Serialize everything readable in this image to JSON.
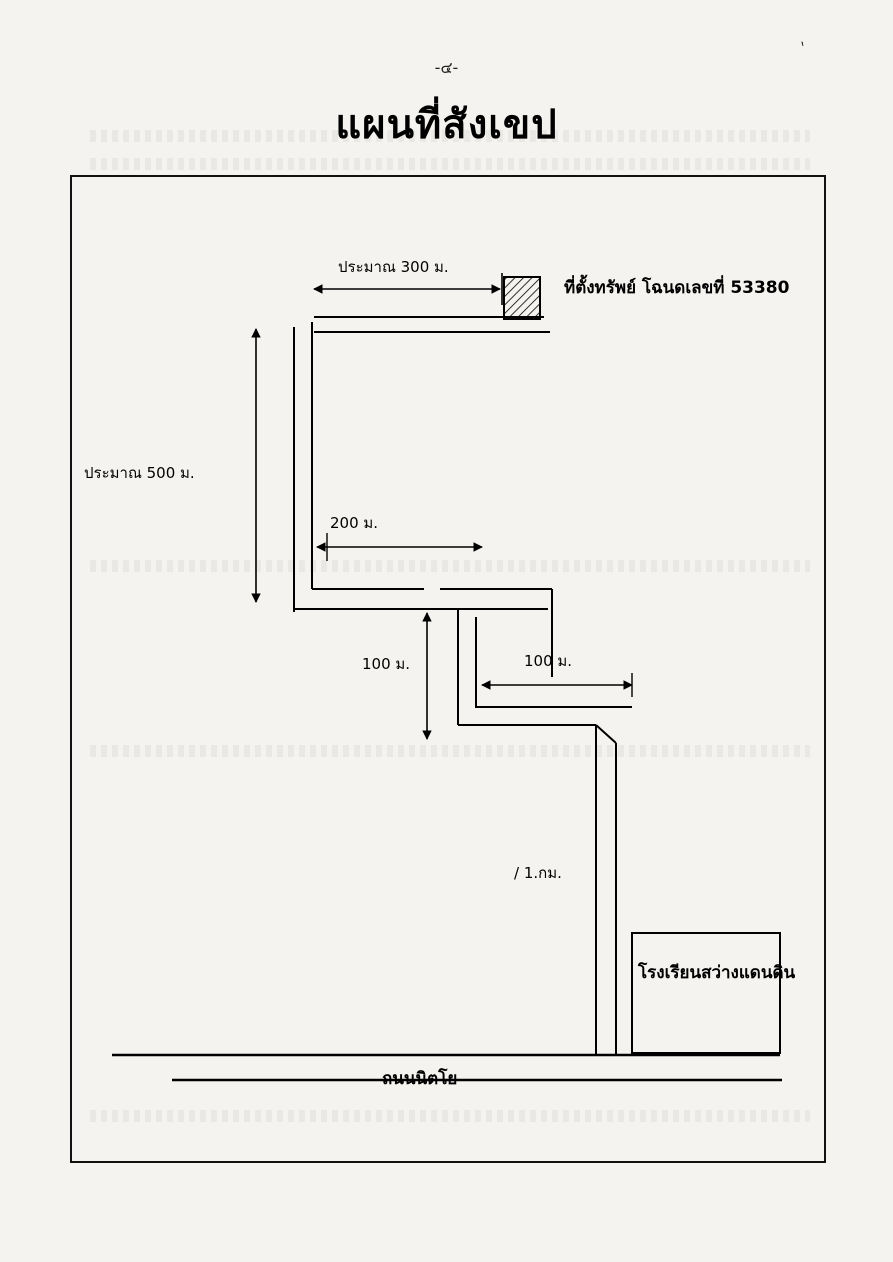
{
  "page": {
    "number": "-๔-",
    "title": "แผนที่สังเขป"
  },
  "map": {
    "label_300": "ประมาณ 300 ม.",
    "label_property": "ที่ตั้งทรัพย์  โฉนดเลขที่ 53380",
    "label_500": "ประมาณ 500 ม.",
    "label_200": "200 ม.",
    "label_100_left": "100 ม.",
    "label_100_right": "100 ม.",
    "label_road_small": "/ 1.กม.",
    "label_school": "โรงเรียนสว่างแดนดิน",
    "label_road_main": "ถนนนิตโย"
  }
}
